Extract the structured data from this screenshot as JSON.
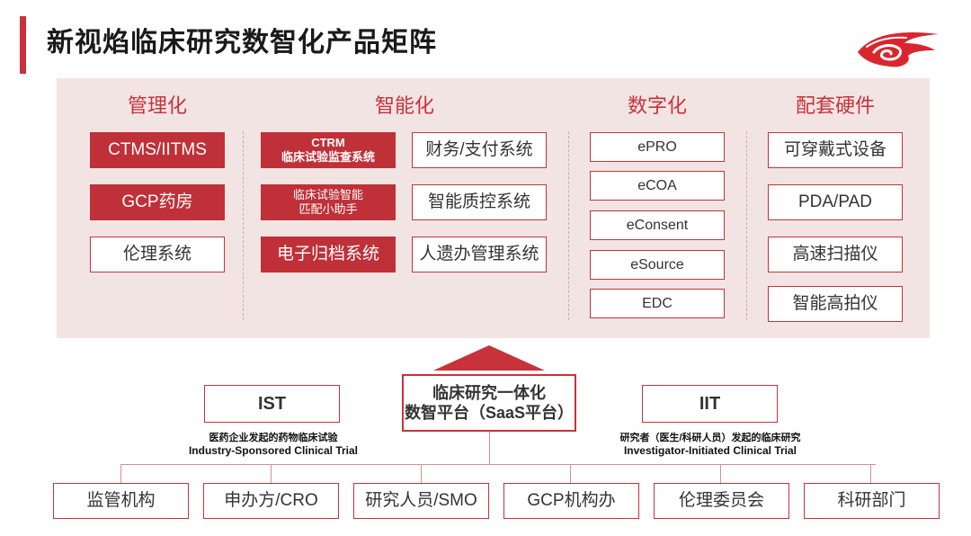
{
  "title": "新视焰临床研究数智化产品矩阵",
  "logo_icon": "flame-cloud-logo",
  "colors": {
    "accent": "#c8323a",
    "panel_bg": "#f3e4e4"
  },
  "columns": {
    "management": {
      "title": "管理化",
      "items": [
        "CTMS/IITMS",
        "GCP药房",
        "伦理系统"
      ]
    },
    "intelligent": {
      "title": "智能化",
      "ctrm_title": "CTRM",
      "ctrm_sub": "临床试验监查系统",
      "assistant_line1": "临床试验智能",
      "assistant_line2": "匹配小助手",
      "archive": "电子归档系统",
      "finance": "财务/支付系统",
      "qc": "智能质控系统",
      "genetic": "人遗办管理系统"
    },
    "digital": {
      "title": "数字化",
      "items": [
        "ePRO",
        "eCOA",
        "eConsent",
        "eSource",
        "EDC"
      ]
    },
    "hardware": {
      "title": "配套硬件",
      "items": [
        "可穿戴式设备",
        "PDA/PAD",
        "高速扫描仪",
        "智能高拍仪"
      ]
    }
  },
  "platform": {
    "line1": "临床研究一体化",
    "line2": "数智平台（SaaS平台）"
  },
  "ist": {
    "label": "IST",
    "desc_cn": "医药企业发起的药物临床试验",
    "desc_en": "Industry-Sponsored Clinical Trial"
  },
  "iit": {
    "label": "IIT",
    "desc_cn": "研究者（医生/科研人员）发起的临床研究",
    "desc_en": "Investigator-Initiated Clinical Trial"
  },
  "stakeholders": [
    "监管机构",
    "申办方/CRO",
    "研究人员/SMO",
    "GCP机构办",
    "伦理委员会",
    "科研部门"
  ]
}
